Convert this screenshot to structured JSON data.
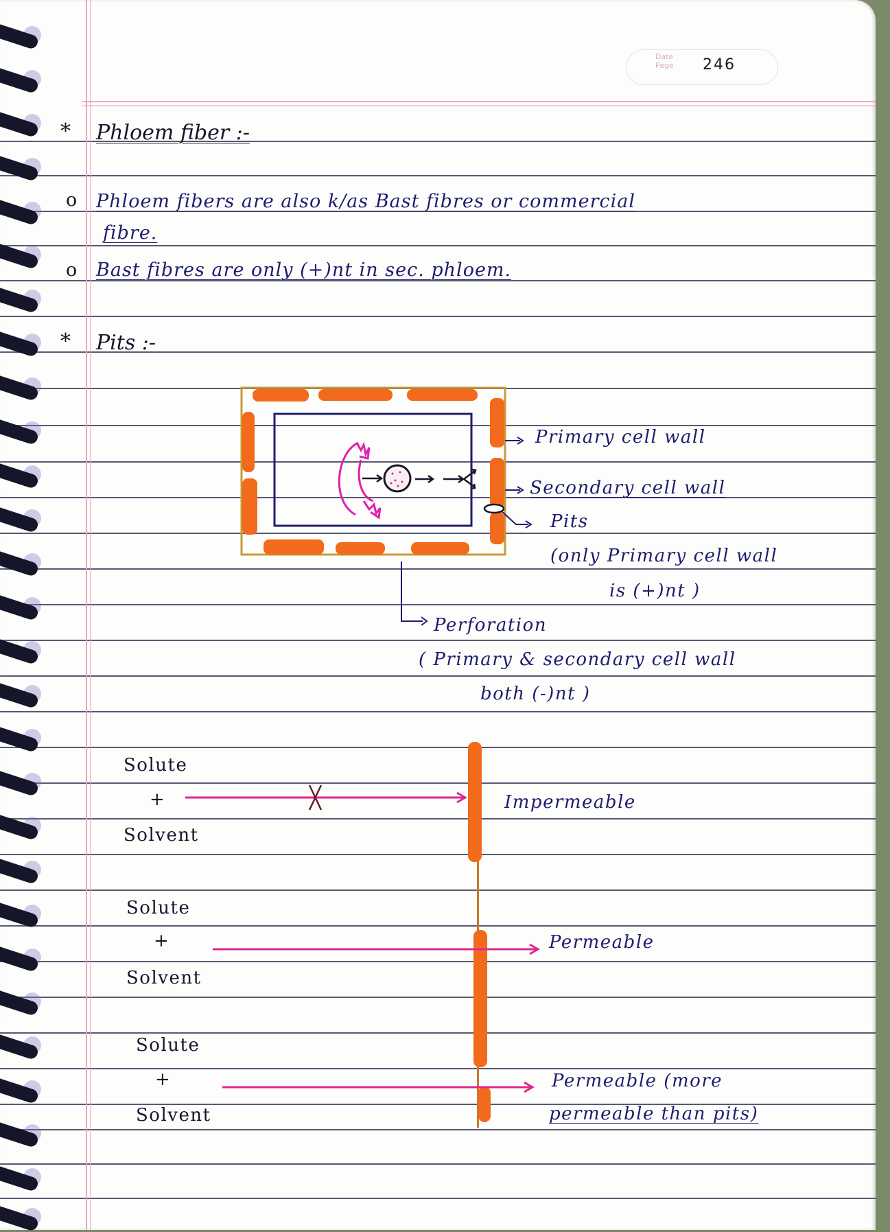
{
  "page": {
    "header_labels": [
      "Date",
      "Page"
    ],
    "page_number": "246"
  },
  "section_phloem_fiber": {
    "bullet": "*",
    "title": "Phloem fiber :-",
    "points": [
      {
        "marker": "o",
        "line1": "Phloem fibers are also k/as Bast fibres or commercial",
        "line2": "fibre."
      },
      {
        "marker": "o",
        "line1": "Bast fibres are only (+)nt in sec. phloem."
      }
    ]
  },
  "section_pits": {
    "bullet": "*",
    "title": "Pits :-",
    "diagram": {
      "labels": {
        "primary_wall": "Primary cell wall",
        "secondary_wall": "Secondary cell wall",
        "pits": "Pits",
        "pits_note_1": "(only Primary cell wall",
        "pits_note_2": "is (+)nt )",
        "perforation": "Perforation",
        "perforation_note_1": "( Primary & secondary cell wall",
        "perforation_note_2": "both (-)nt )"
      },
      "colors": {
        "wall_orange": "#f26a1b",
        "cell_outline": "#1d1d6e",
        "nucleus_pink": "#e020b0"
      }
    },
    "permeability": [
      {
        "solute": "Solute",
        "plus": "+",
        "solvent": "Solvent",
        "result": "Impermeable",
        "blocked_mark": "X"
      },
      {
        "solute": "Solute",
        "plus": "+",
        "solvent": "Solvent",
        "result": "Permeable"
      },
      {
        "solute": "Solute",
        "plus": "+",
        "solvent": "Solvent",
        "result_line1": "Permeable (more",
        "result_line2": "permeable than pits)"
      }
    ],
    "arrow_color": "#e0268f"
  }
}
